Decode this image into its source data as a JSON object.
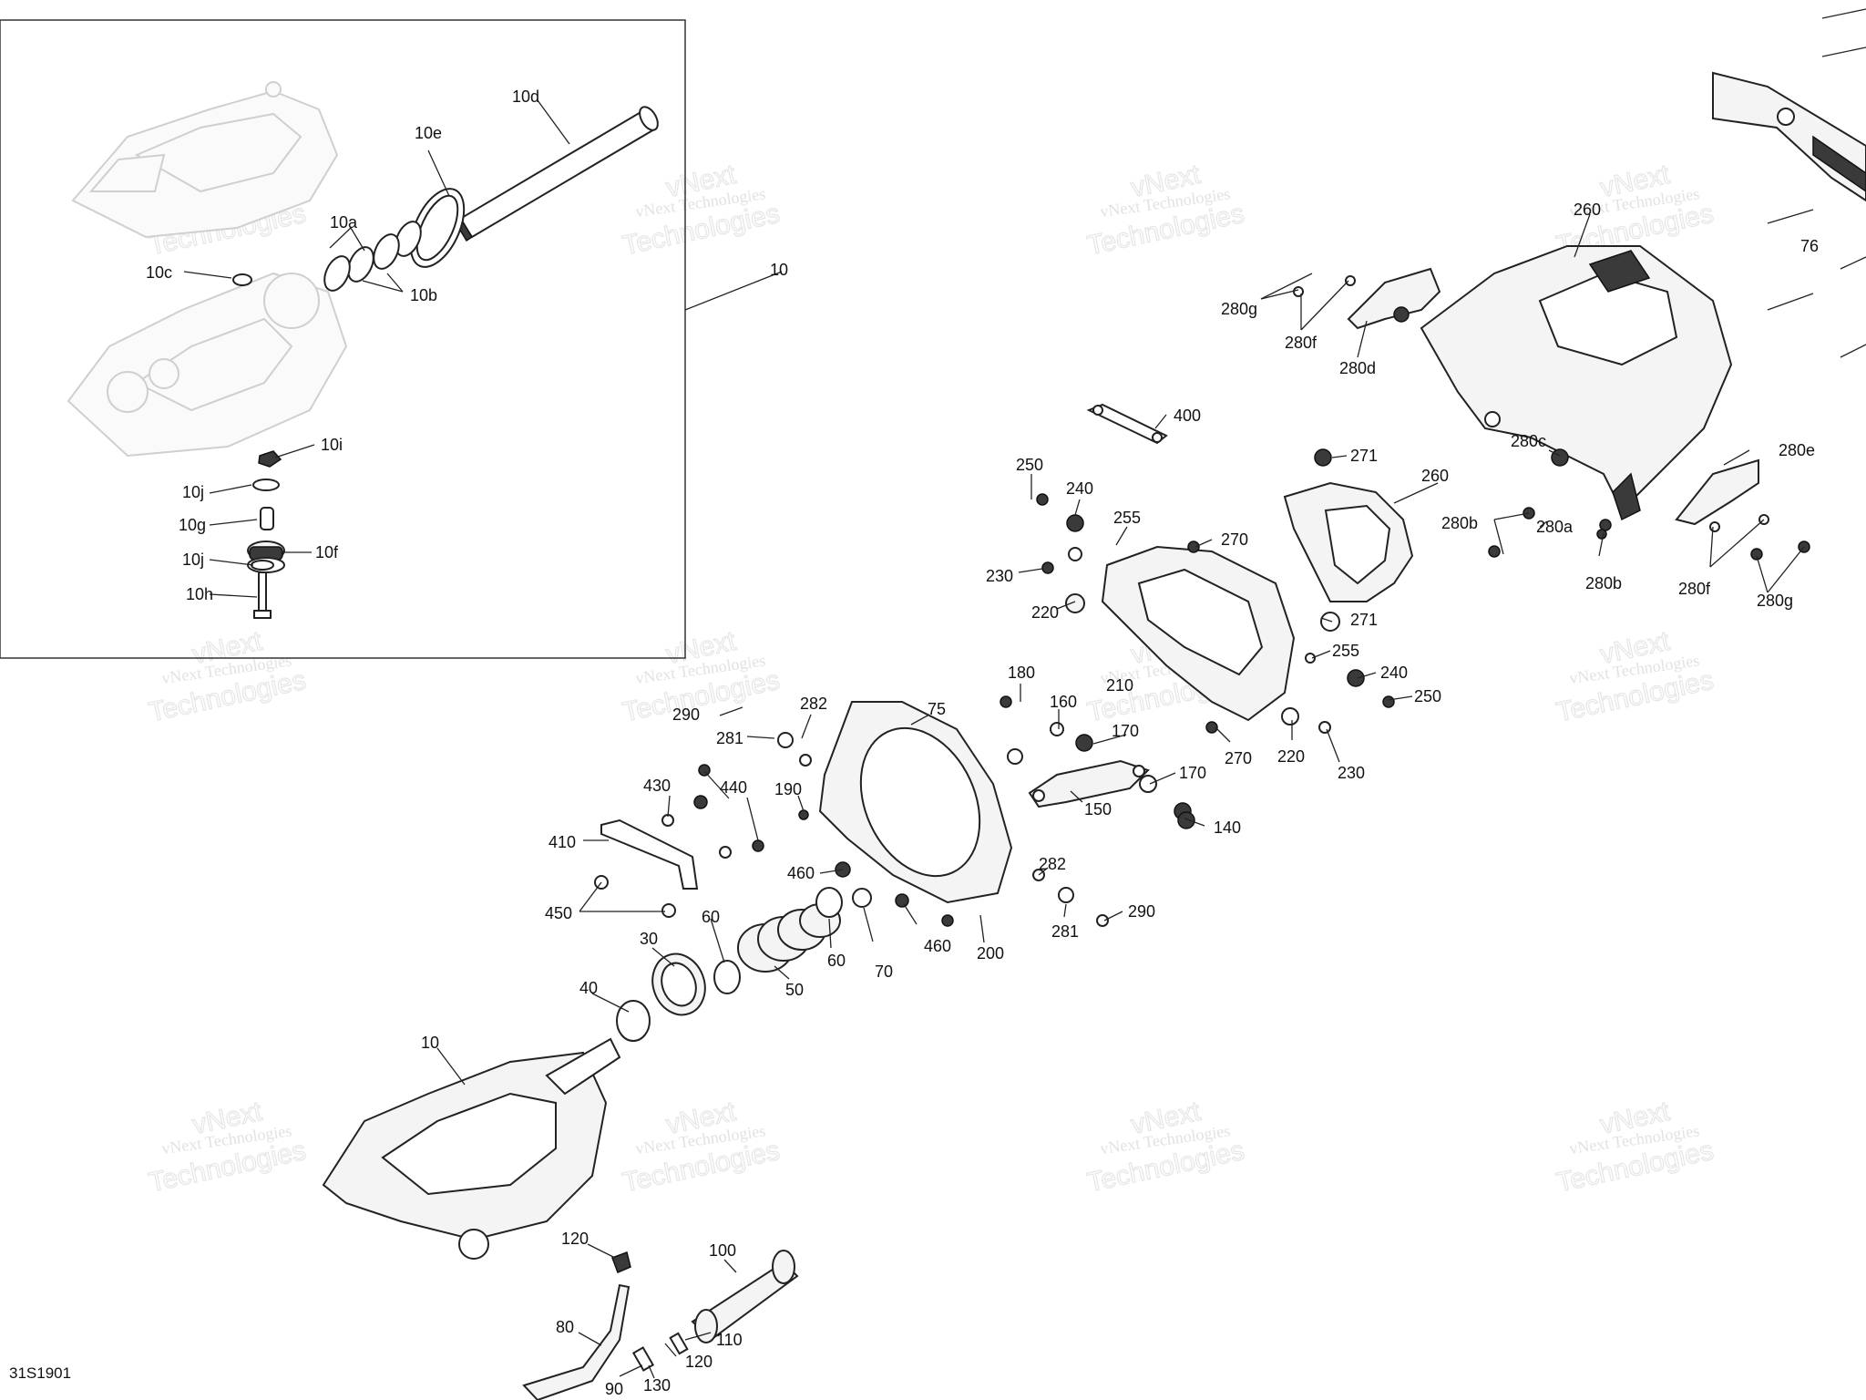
{
  "figure_code": "31S1901",
  "watermark": {
    "line1": "vNext Technologies",
    "line2": "vNext",
    "line3": "Technologies"
  },
  "inset_labels": [
    "10d",
    "10e",
    "10a",
    "10b",
    "10c",
    "10i",
    "10j",
    "10g",
    "10f",
    "10j",
    "10h"
  ],
  "callout_10": "10",
  "labels": [
    "260",
    "76",
    "280g",
    "280f",
    "280d",
    "400",
    "271",
    "260",
    "280c",
    "280e",
    "250",
    "240",
    "255",
    "280b",
    "280a",
    "280b",
    "280f",
    "280g",
    "270",
    "230",
    "220",
    "271",
    "255",
    "240",
    "250",
    "180",
    "160",
    "210",
    "170",
    "270",
    "220",
    "230",
    "290",
    "282",
    "281",
    "75",
    "430",
    "440",
    "190",
    "410",
    "150",
    "170",
    "140",
    "460",
    "282",
    "281",
    "290",
    "450",
    "60",
    "30",
    "60",
    "70",
    "460",
    "200",
    "40",
    "50",
    "10",
    "120",
    "100",
    "80",
    "120",
    "110",
    "90",
    "130"
  ]
}
